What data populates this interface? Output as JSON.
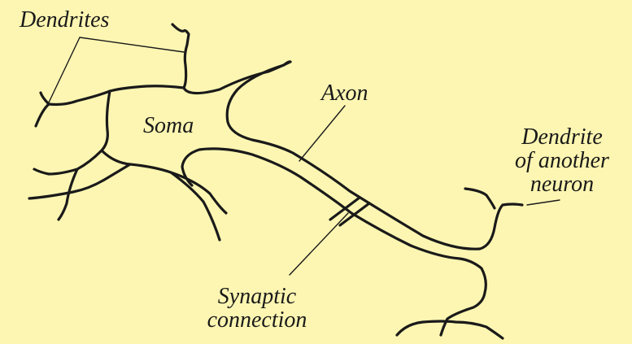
{
  "labels": {
    "dendrites": "Dendrites",
    "soma": "Soma",
    "axon": "Axon",
    "other_dendrite": [
      "Dendrite",
      "of another",
      "neuron"
    ],
    "synapse": [
      "Synaptic",
      "connection"
    ]
  },
  "colors": {
    "background": "#fdf6b2",
    "ink": "#1a1a1a"
  }
}
